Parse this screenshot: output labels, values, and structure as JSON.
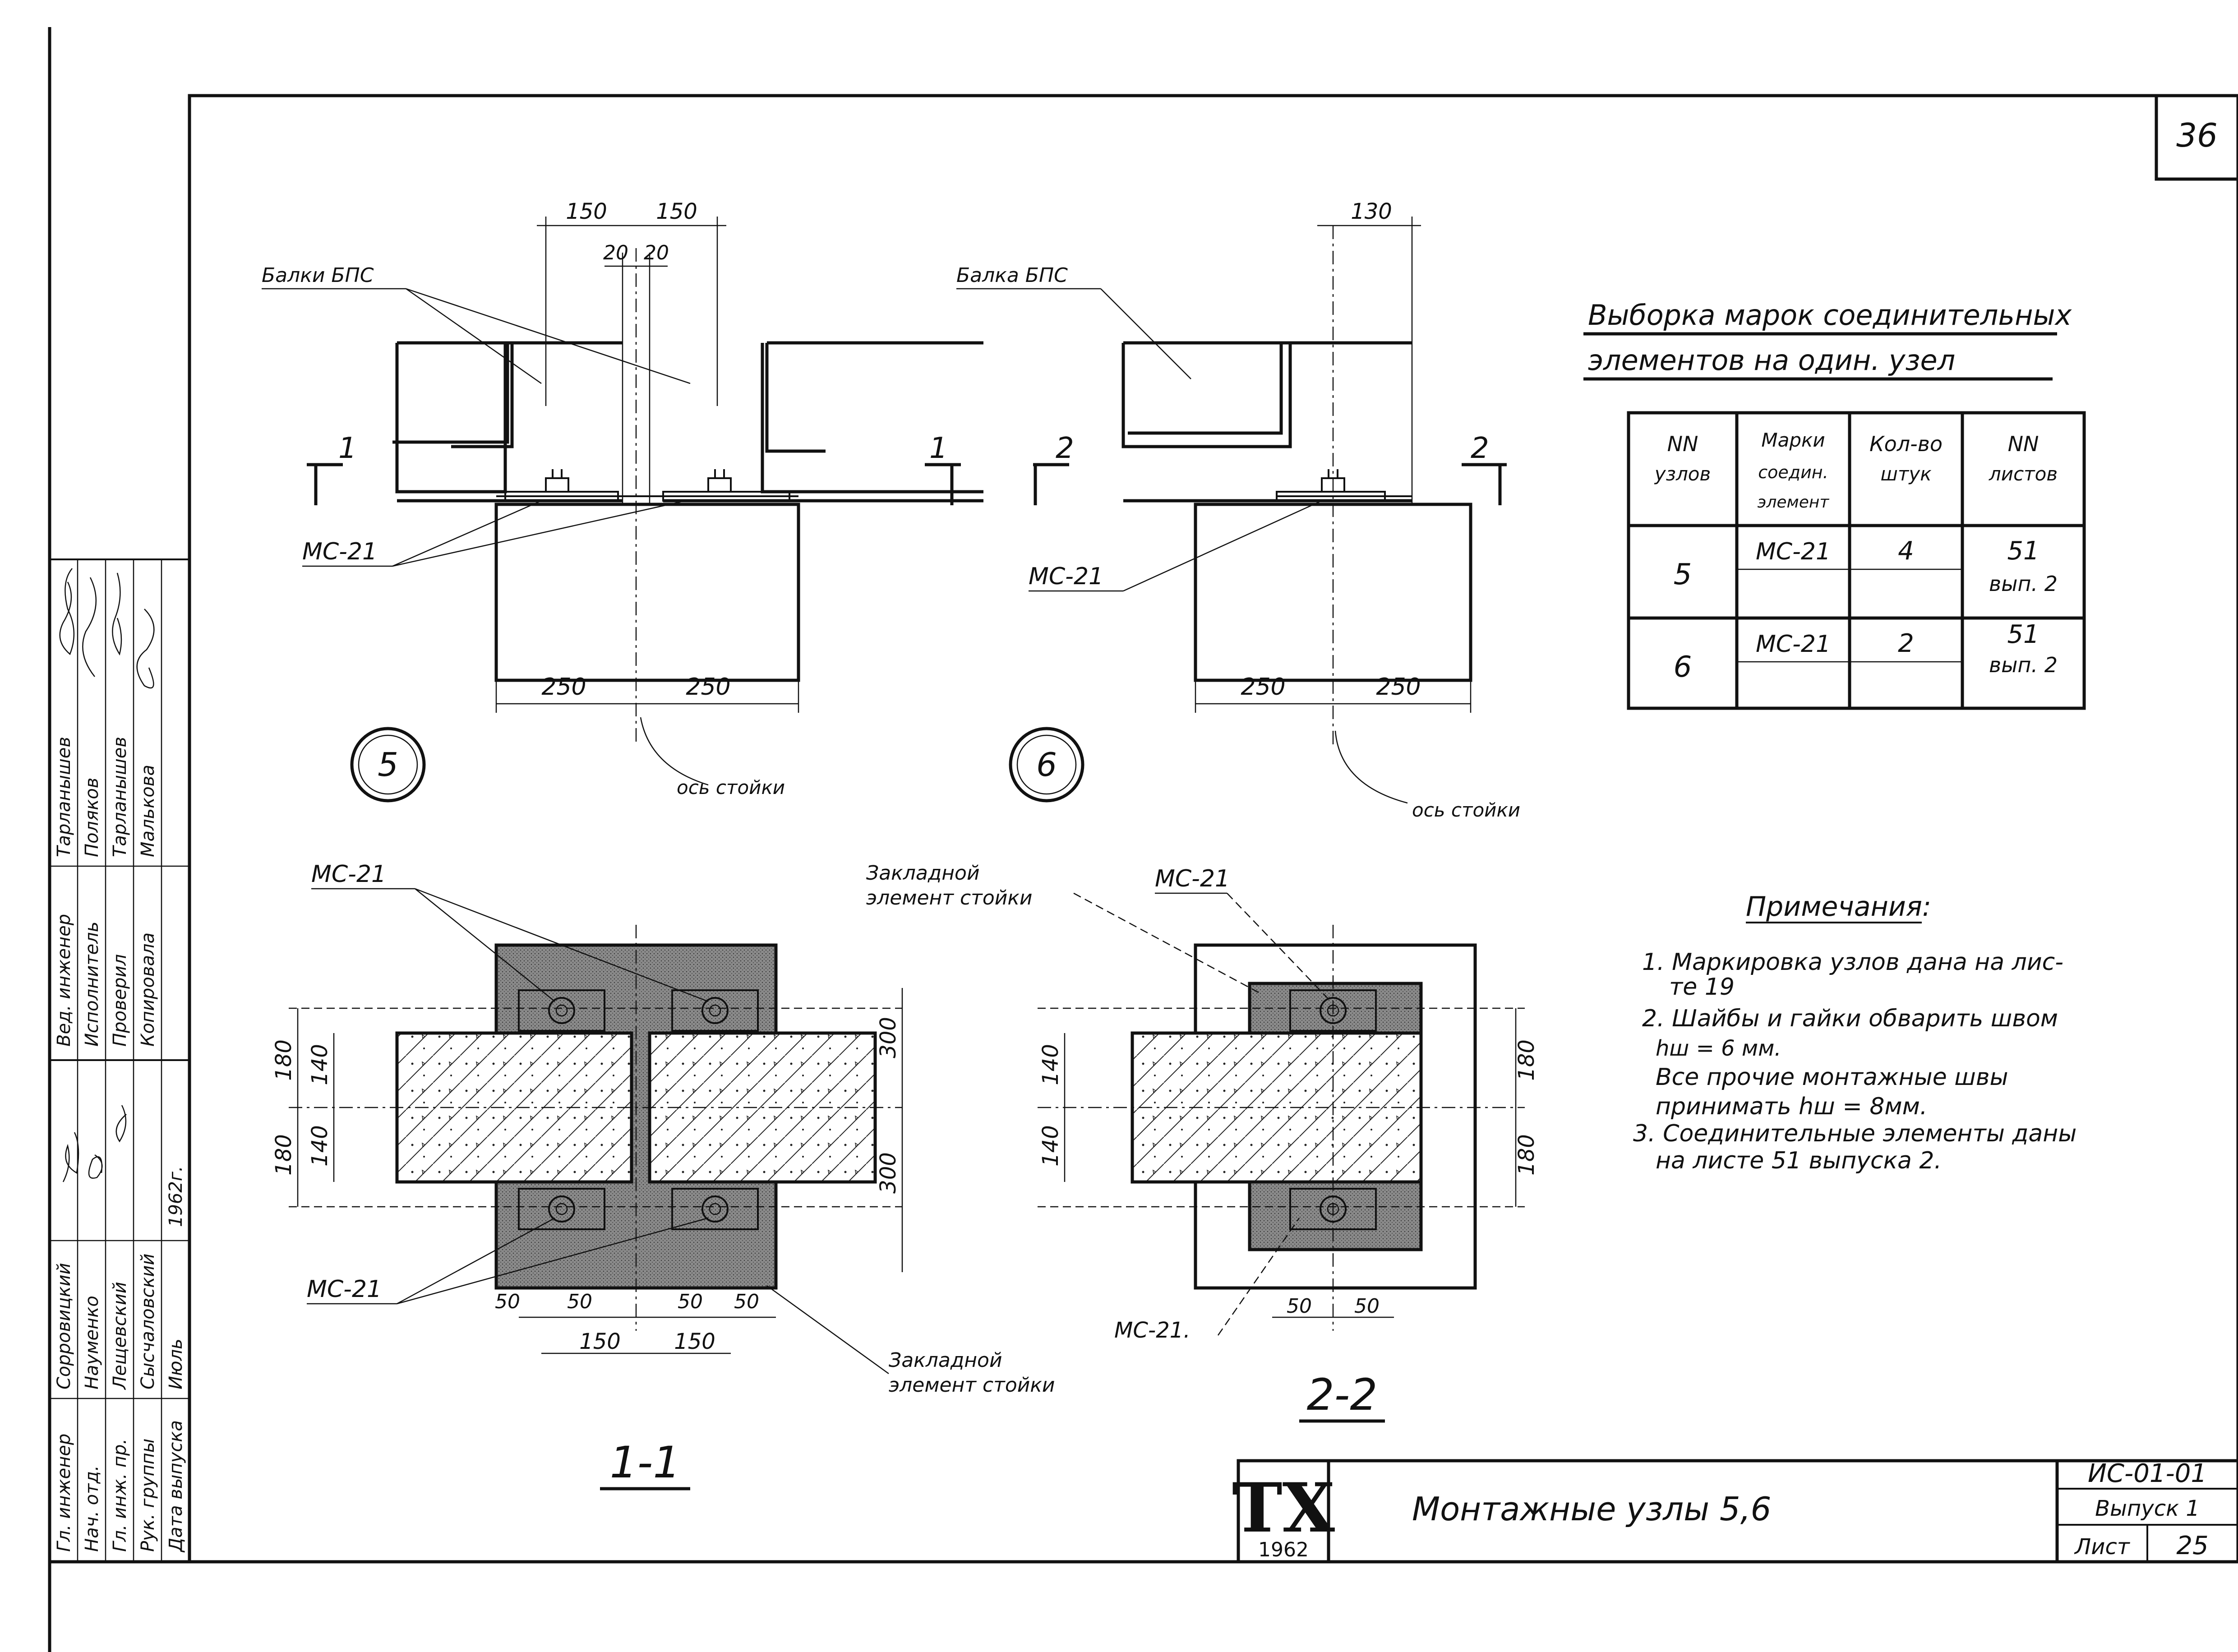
{
  "sheet_number": "36",
  "title_block": {
    "stamp_main": "ТХ",
    "stamp_year": "1962",
    "title": "Монтажные узлы 5,6",
    "series": "ИС-01-01",
    "issue": "Выпуск 1",
    "sheet_label": "Лист",
    "sheet_no": "25"
  },
  "side_stamp": {
    "roles": [
      "Гл. инженер",
      "Нач. отд.",
      "Гл. инж. пр.",
      "Рук. группы",
      "Дата выпуска"
    ],
    "names": [
      "Сорровицкий",
      "Науменко",
      "Лещевский",
      "Сысчаловский",
      "Июль"
    ],
    "col3": [
      "Вед. инженер",
      "Исполнитель",
      "Проверил",
      "Копировала"
    ],
    "col4": [
      "Тарланышев",
      "Поляков",
      "Тарланышев",
      "Малькова"
    ],
    "year": "1962г."
  },
  "views": {
    "node5": {
      "label": "5",
      "beams_label": "Балки БПС",
      "part_label": "МС-21",
      "dims_top": [
        "150",
        "150"
      ],
      "dims_gap": [
        "20",
        "20"
      ],
      "dims_bottom": [
        "250",
        "250"
      ],
      "axis_label": "ось стойки",
      "section_mark": "1"
    },
    "node6": {
      "label": "6",
      "beams_label": "Балка БПС",
      "part_label": "МС-21",
      "dims_top": [
        "130"
      ],
      "dims_bottom": [
        "250",
        "250"
      ],
      "axis_label": "ось стойки",
      "section_mark": "2"
    },
    "section11": {
      "label": "1-1",
      "part_label_top": "МС-21",
      "part_label_bottom": "МС-21",
      "embedded_label_1": "Закладной",
      "embedded_label_2": "элемент стойки",
      "dims_left": [
        "180",
        "140",
        "140",
        "180"
      ],
      "dims_right": [
        "300",
        "300"
      ],
      "dims_bottom": [
        "50",
        "50",
        "50",
        "50",
        "150",
        "150"
      ]
    },
    "section22": {
      "label": "2-2",
      "part_label_top": "МС-21",
      "part_label_bottom": "МС-21.",
      "embedded_label_1": "Закладной",
      "embedded_label_2": "элемент стойки",
      "dims_left": [
        "140",
        "140"
      ],
      "dims_right": [
        "180",
        "180"
      ],
      "dims_bottom": [
        "50",
        "50"
      ]
    }
  },
  "table": {
    "title_line1": "Выборка марок соединительных",
    "title_line2": "элементов на один. узел",
    "headers": [
      [
        "NN",
        "узлов"
      ],
      [
        "Марки",
        "соедин.",
        "элемент"
      ],
      [
        "Кол-во",
        "штук"
      ],
      [
        "NN",
        "листов"
      ]
    ],
    "rows": [
      {
        "node": "5",
        "mark": "МС-21",
        "qty": "4",
        "sheet1": "51",
        "sheet2": "вып. 2"
      },
      {
        "node": "6",
        "mark": "МС-21",
        "qty": "2",
        "sheet1": "51",
        "sheet2": "вып. 2"
      }
    ]
  },
  "notes": {
    "title": "Примечания:",
    "lines": [
      "1. Маркировка узлов дана на лис-",
      "те 19",
      "2. Шайбы и гайки обварить швом",
      "hш = 6 мм.",
      "Все прочие монтажные швы",
      "принимать hш = 8мм.",
      "3. Соединительные элементы даны",
      "на листе 51 выпуска 2."
    ]
  }
}
